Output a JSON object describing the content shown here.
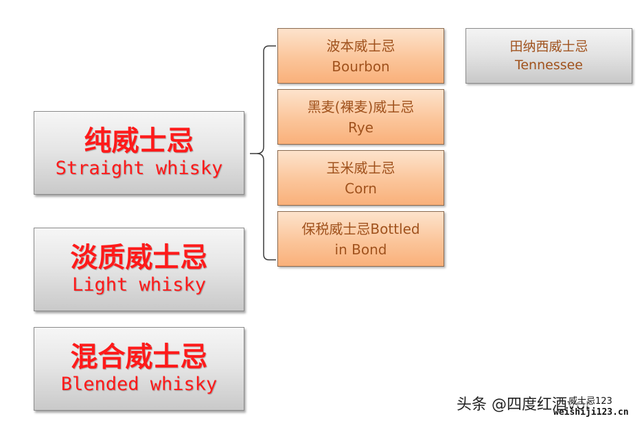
{
  "categories": [
    {
      "cn": "纯威士忌",
      "en": "Straight whisky"
    },
    {
      "cn": "淡质威士忌",
      "en": "Light whisky"
    },
    {
      "cn": "混合威士忌",
      "en": "Blended whisky"
    }
  ],
  "subtypes": [
    {
      "cn": "波本威士忌",
      "en": "Bourbon"
    },
    {
      "cn": "黑麦(裸麦)威士忌",
      "en": "Rye"
    },
    {
      "cn": "玉米威士忌",
      "en": "Corn"
    },
    {
      "cn": "保税威士忌Bottled",
      "en": "in Bond"
    }
  ],
  "related": {
    "cn": "田纳西威士忌",
    "en": "Tennessee"
  },
  "watermark": {
    "text": "头条 @四度红酒vor",
    "small": "威士忌123",
    "url": "weishiji123.cn"
  },
  "colors": {
    "category_text": "#ff1a1a",
    "subtype_text": "#a0521d",
    "subtype_fill": "#fbc59a",
    "category_fill": "#e6e6e6"
  }
}
